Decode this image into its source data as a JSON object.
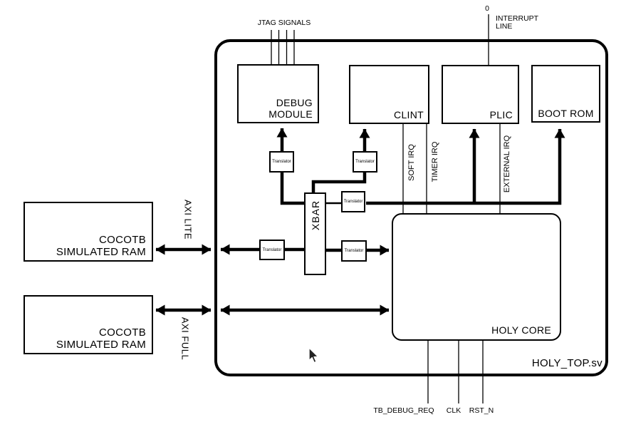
{
  "canvas": {
    "bg": "#ffffff",
    "ink": "#000000"
  },
  "container": {
    "label": "HOLY_TOP.sv"
  },
  "top": {
    "jtag_label": "JTAG SIGNALS",
    "interrupt_index": "0",
    "interrupt_label_line1": "INTERRUPT",
    "interrupt_label_line2": "LINE"
  },
  "blocks": {
    "debug_module": {
      "line1": "DEBUG",
      "line2": "MODULE"
    },
    "clint": {
      "label": "CLINT"
    },
    "plic": {
      "label": "PLIC"
    },
    "boot_rom": {
      "label": "BOOT ROM"
    },
    "xbar": {
      "label": "XBAR"
    },
    "holy_core": {
      "label": "HOLY CORE"
    },
    "ram_axi_lite": {
      "line1": "COCOTB",
      "line2": "SIMULATED RAM"
    },
    "ram_axi_full": {
      "line1": "COCOTB",
      "line2": "SIMULATED RAM"
    }
  },
  "translators": [
    {
      "label": "Translator"
    },
    {
      "label": "Translator"
    },
    {
      "label": "Translator"
    },
    {
      "label": "Translator"
    },
    {
      "label": "Translator"
    }
  ],
  "bus_labels": {
    "axi_lite": "AXI LITE",
    "axi_full": "AXI FULL"
  },
  "signals": {
    "soft_irq": "SOFT IRQ",
    "timer_irq": "TIMER IRQ",
    "external_irq": "EXTERNAL IRQ",
    "tb_debug_req": "TB_DEBUG_REQ",
    "clk": "CLK",
    "rst_n": "RST_N"
  }
}
